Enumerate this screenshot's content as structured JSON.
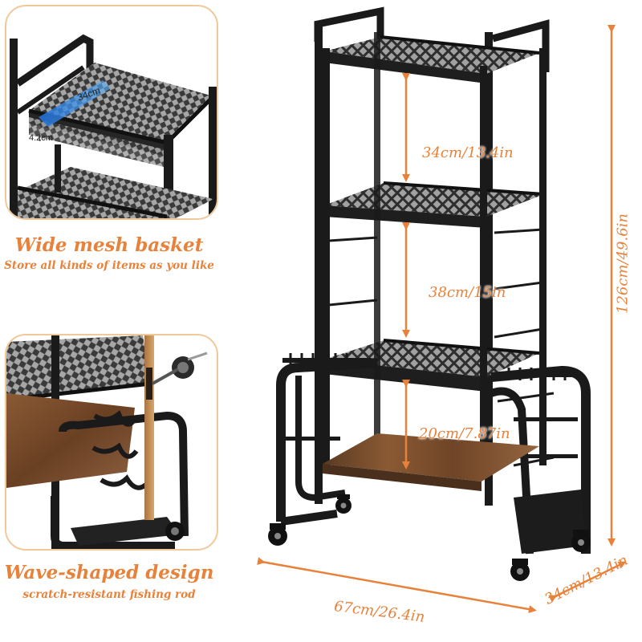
{
  "insets": {
    "top": {
      "title": "Wide mesh basket",
      "subtitle": "Store all kinds of items as you like",
      "width_label": "34cm",
      "depth_label": "4.2cm"
    },
    "bottom": {
      "title": "Wave-shaped design",
      "subtitle": "scratch-resistant fishing rod"
    }
  },
  "dimensions": {
    "shelf_gap_1": "34cm/13.4in",
    "shelf_gap_2": "38cm/15in",
    "shelf_gap_3": "20cm/7.87in",
    "total_height": "126cm/49.6in",
    "width": "67cm/26.4in",
    "depth": "34cm/13.4in"
  },
  "colors": {
    "accent": "#e8823a",
    "frame": "#1a1a1a",
    "wood": "#7a4e2d",
    "inset_border": "#f0c89a"
  }
}
